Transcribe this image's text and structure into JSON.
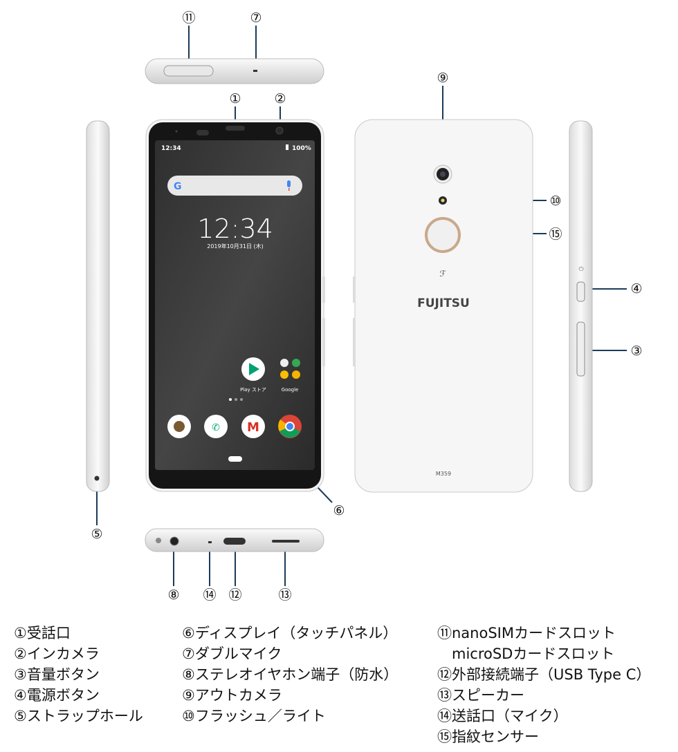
{
  "colors": {
    "callout_line": "#1b3a5a",
    "body": "#f2f2f2",
    "screen": "#3a3a3a",
    "ring": "#c9a98a"
  },
  "screen": {
    "status_time": "12:34",
    "battery": "100%",
    "clock": "12:34",
    "date": "2019年10月31日 (木)",
    "search_logo": "G",
    "apps": [
      {
        "label": "Play ストア"
      },
      {
        "label": "Google"
      }
    ]
  },
  "back": {
    "brand": "FUJITSU",
    "model": "M359"
  },
  "callouts": [
    "①",
    "②",
    "③",
    "④",
    "⑤",
    "⑥",
    "⑦",
    "⑧",
    "⑨",
    "⑩",
    "⑪",
    "⑫",
    "⑬",
    "⑭",
    "⑮"
  ],
  "legend": {
    "col1": [
      "①受話口",
      "②インカメラ",
      "③音量ボタン",
      "④電源ボタン",
      "⑤ストラップホール"
    ],
    "col2": [
      "⑥ディスプレイ（タッチパネル）",
      "⑦ダブルマイク",
      "⑧ステレオイヤホン端子（防水）",
      "⑨アウトカメラ",
      "⑩フラッシュ／ライト"
    ],
    "col3": [
      "⑪nanoSIMカードスロット",
      "　microSDカードスロット",
      "⑫外部接続端子（USB Type C）",
      "⑬スピーカー",
      "⑭送話口（マイク）",
      "⑮指紋センサー"
    ]
  }
}
